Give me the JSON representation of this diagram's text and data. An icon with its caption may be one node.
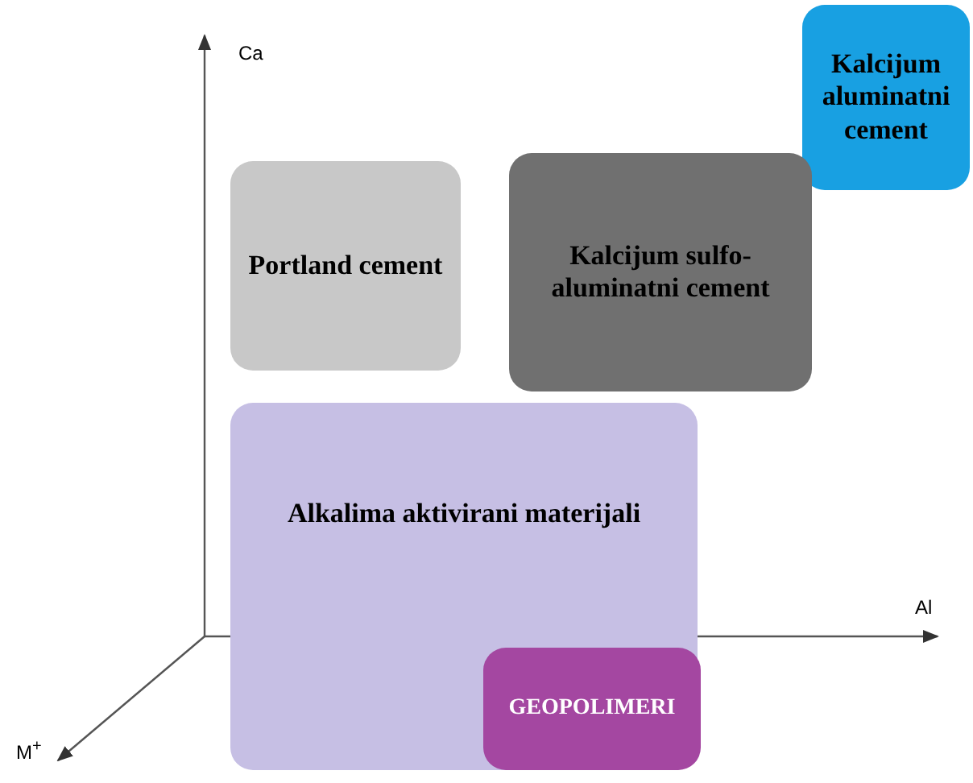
{
  "diagram": {
    "nodes": [
      {
        "text": [
          "Kalcijum aluminatni cement"
        ]
      },
      {
        "text": [
          "Portland cement"
        ]
      },
      {
        "text": [
          "Kalcijum sulfo-aluminatni cement"
        ]
      },
      {
        "text": [
          "Alkalima aktivirani materijali"
        ]
      },
      {
        "text": [
          "GEOPOLIMERI"
        ],
        "in": 3
      }
    ],
    "edges": [],
    "labels": [
      "Ca",
      "Al",
      "M$^{+}$"
    ]
  }
}
